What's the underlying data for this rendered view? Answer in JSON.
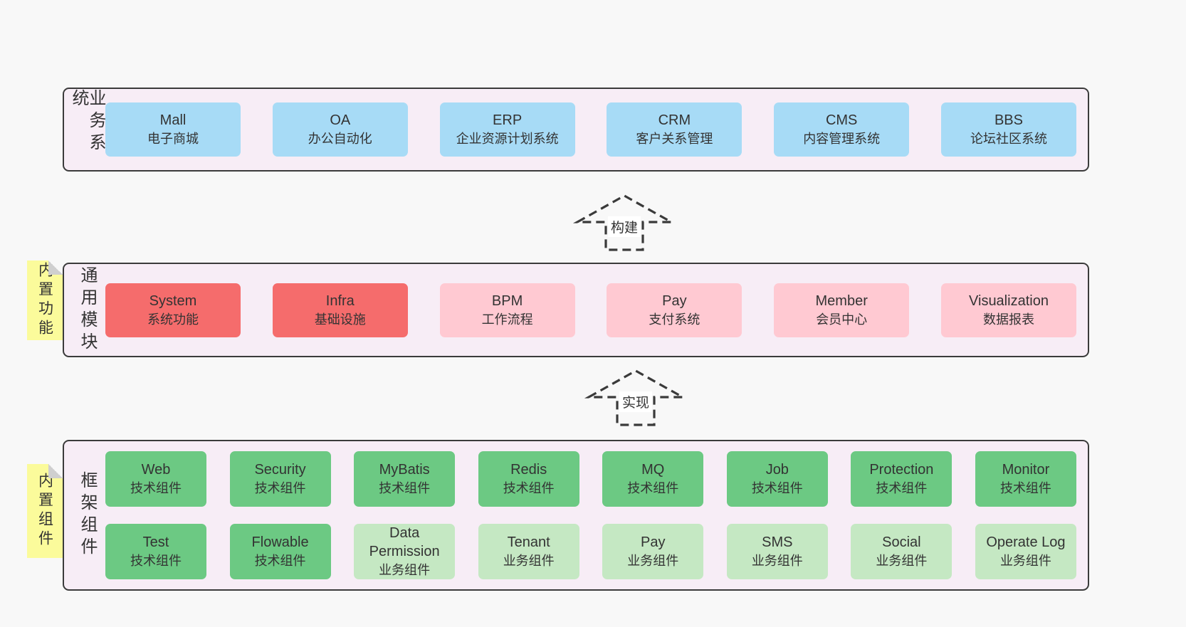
{
  "colors": {
    "page_background": "#f8f8f8",
    "panel_fill": "#f7edf6",
    "panel_border": "#3b3b3b",
    "business_box": "#a7dbf6",
    "core_module_box": "#f56c6c",
    "optional_module_box": "#ffc9d2",
    "tech_component_box": "#6cc983",
    "biz_component_box": "#c5e8c3",
    "sticky_note": "#fbfb9b",
    "arrow_dash": "#3a3a3a"
  },
  "arrows": {
    "build": "构建",
    "implement": "实现"
  },
  "business": {
    "label": "业务系统",
    "boxes": [
      {
        "title": "Mall",
        "subtitle": "电子商城"
      },
      {
        "title": "OA",
        "subtitle": "办公自动化"
      },
      {
        "title": "ERP",
        "subtitle": "企业资源计划系统"
      },
      {
        "title": "CRM",
        "subtitle": "客户关系管理"
      },
      {
        "title": "CMS",
        "subtitle": "内容管理系统"
      },
      {
        "title": "BBS",
        "subtitle": "论坛社区系统"
      }
    ]
  },
  "modules": {
    "label": "通用模块",
    "note": "内置功能",
    "boxes": [
      {
        "title": "System",
        "subtitle": "系统功能",
        "variant": "red"
      },
      {
        "title": "Infra",
        "subtitle": "基础设施",
        "variant": "red"
      },
      {
        "title": "BPM",
        "subtitle": "工作流程",
        "variant": "pink"
      },
      {
        "title": "Pay",
        "subtitle": "支付系统",
        "variant": "pink"
      },
      {
        "title": "Member",
        "subtitle": "会员中心",
        "variant": "pink"
      },
      {
        "title": "Visualization",
        "subtitle": "数据报表",
        "variant": "pink"
      }
    ]
  },
  "framework": {
    "label": "框架组件",
    "note": "内置组件",
    "row1": [
      {
        "title": "Web",
        "subtitle": "技术组件",
        "variant": "green"
      },
      {
        "title": "Security",
        "subtitle": "技术组件",
        "variant": "green"
      },
      {
        "title": "MyBatis",
        "subtitle": "技术组件",
        "variant": "green"
      },
      {
        "title": "Redis",
        "subtitle": "技术组件",
        "variant": "green"
      },
      {
        "title": "MQ",
        "subtitle": "技术组件",
        "variant": "green"
      },
      {
        "title": "Job",
        "subtitle": "技术组件",
        "variant": "green"
      },
      {
        "title": "Protection",
        "subtitle": "技术组件",
        "variant": "green"
      },
      {
        "title": "Monitor",
        "subtitle": "技术组件",
        "variant": "green"
      }
    ],
    "row2": [
      {
        "title": "Test",
        "subtitle": "技术组件",
        "variant": "green"
      },
      {
        "title": "Flowable",
        "subtitle": "技术组件",
        "variant": "green"
      },
      {
        "title": "Data Permission",
        "subtitle": "业务组件",
        "variant": "lightgreen"
      },
      {
        "title": "Tenant",
        "subtitle": "业务组件",
        "variant": "lightgreen"
      },
      {
        "title": "Pay",
        "subtitle": "业务组件",
        "variant": "lightgreen"
      },
      {
        "title": "SMS",
        "subtitle": "业务组件",
        "variant": "lightgreen"
      },
      {
        "title": "Social",
        "subtitle": "业务组件",
        "variant": "lightgreen"
      },
      {
        "title": "Operate Log",
        "subtitle": "业务组件",
        "variant": "lightgreen"
      }
    ]
  }
}
